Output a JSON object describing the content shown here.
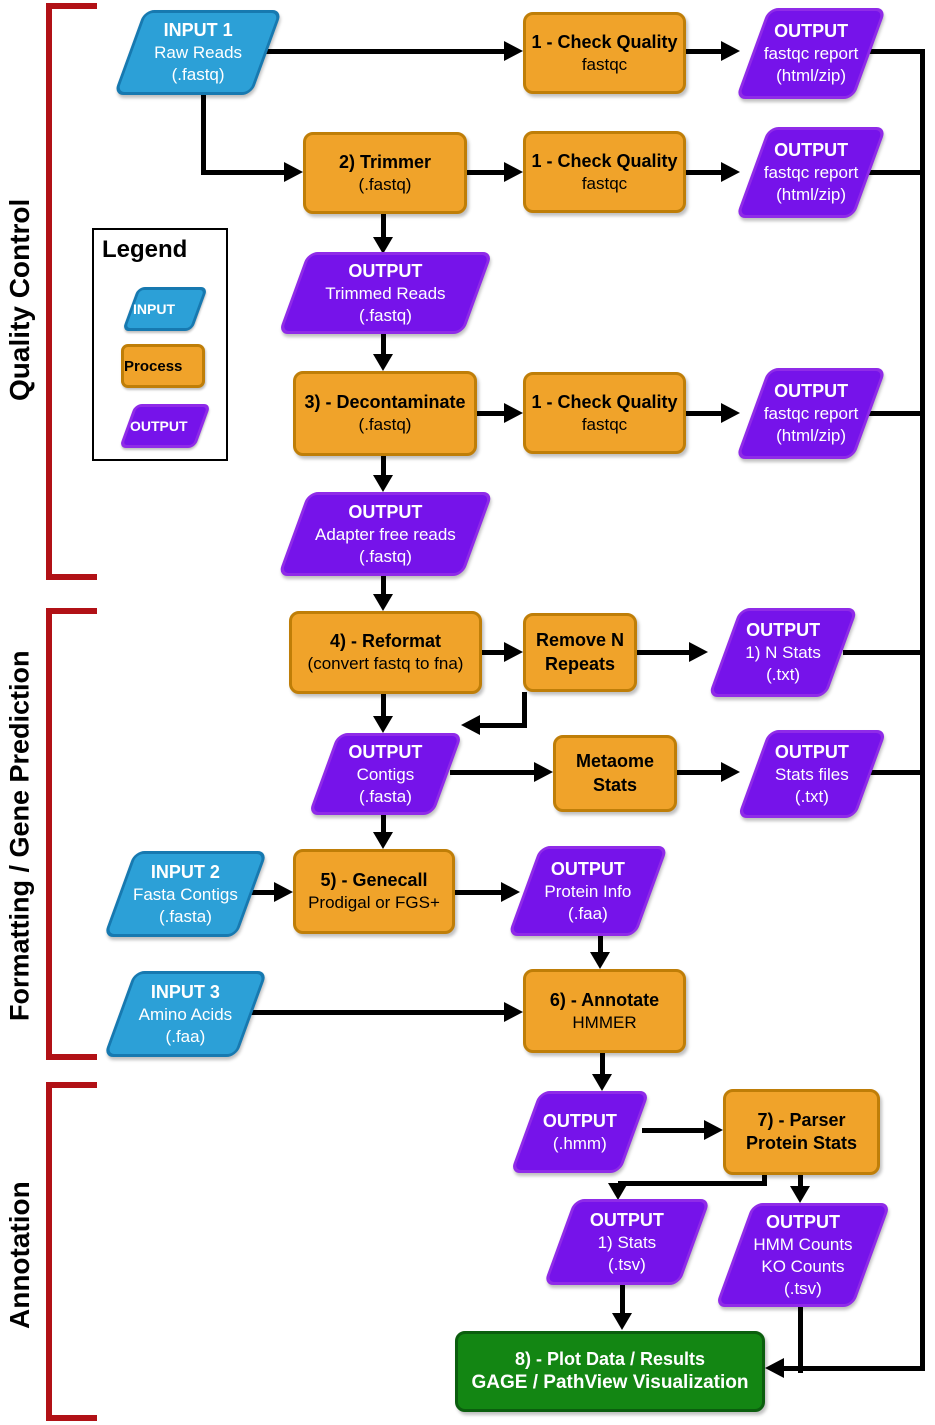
{
  "colors": {
    "blue": "#2CA0D7",
    "blue-border": "#1779B0",
    "orange": "#F0A32A",
    "orange-border": "#BF7E08",
    "purple": "#7613EA",
    "purple-border": "#8F2BE8",
    "green": "#138613",
    "green-border": "#0B5E0E",
    "red": "#B11116"
  },
  "sections": [
    {
      "label": "Quality Control"
    },
    {
      "label": "Formatting / Gene Prediction"
    },
    {
      "label": "Annotation"
    }
  ],
  "legend": {
    "title": "Legend",
    "items": [
      {
        "type": "input",
        "label": "INPUT"
      },
      {
        "type": "process",
        "label": "Process"
      },
      {
        "type": "output",
        "label": "OUTPUT"
      }
    ]
  },
  "nodes": {
    "input1": {
      "lines": [
        "INPUT 1",
        "Raw Reads",
        "(.fastq)"
      ]
    },
    "check_quality_1": {
      "lines": [
        "1 - Check Quality",
        "fastqc"
      ]
    },
    "out_fastqc_1": {
      "lines": [
        "OUTPUT",
        "fastqc report",
        "(html/zip)"
      ]
    },
    "trimmer": {
      "lines": [
        "2) Trimmer",
        "(.fastq)"
      ]
    },
    "check_quality_2": {
      "lines": [
        "1 - Check Quality",
        "fastqc"
      ]
    },
    "out_fastqc_2": {
      "lines": [
        "OUTPUT",
        "fastqc report",
        "(html/zip)"
      ]
    },
    "out_trimmed": {
      "lines": [
        "OUTPUT",
        "Trimmed Reads",
        "(.fastq)"
      ]
    },
    "decontaminate": {
      "lines": [
        "3) - Decontaminate",
        "(.fastq)"
      ]
    },
    "check_quality_3": {
      "lines": [
        "1 - Check Quality",
        "fastqc"
      ]
    },
    "out_fastqc_3": {
      "lines": [
        "OUTPUT",
        "fastqc report",
        "(html/zip)"
      ]
    },
    "out_adapter": {
      "lines": [
        "OUTPUT",
        "Adapter free reads",
        "(.fastq)"
      ]
    },
    "reformat": {
      "lines": [
        "4) - Reformat",
        "(convert fastq to fna)"
      ]
    },
    "remove_n": {
      "lines": [
        "Remove N",
        "Repeats"
      ]
    },
    "out_nstats": {
      "lines": [
        "OUTPUT",
        "1) N Stats",
        "(.txt)"
      ]
    },
    "out_contigs": {
      "lines": [
        "OUTPUT",
        "Contigs",
        "(.fasta)"
      ]
    },
    "metaome": {
      "lines": [
        "Metaome",
        "Stats"
      ]
    },
    "out_statsfiles": {
      "lines": [
        "OUTPUT",
        "Stats files",
        "(.txt)"
      ]
    },
    "input2": {
      "lines": [
        "INPUT 2",
        "Fasta Contigs",
        "(.fasta)"
      ]
    },
    "genecall": {
      "lines": [
        "5) - Genecall",
        "Prodigal or FGS+"
      ]
    },
    "out_protein": {
      "lines": [
        "OUTPUT",
        "Protein Info",
        "(.faa)"
      ]
    },
    "input3": {
      "lines": [
        "INPUT 3",
        "Amino Acids",
        "(.faa)"
      ]
    },
    "annotate": {
      "lines": [
        "6) - Annotate",
        "HMMER"
      ]
    },
    "out_hmm": {
      "lines": [
        "OUTPUT",
        "(.hmm)"
      ]
    },
    "parser": {
      "lines": [
        "7) - Parser",
        "Protein Stats"
      ]
    },
    "out_stats": {
      "lines": [
        "OUTPUT",
        "1) Stats",
        "(.tsv)"
      ]
    },
    "out_hmmcounts": {
      "lines": [
        "OUTPUT",
        "HMM Counts",
        "KO Counts",
        "(.tsv)"
      ]
    },
    "plot": {
      "lines": [
        "8) - Plot Data / Results",
        "GAGE / PathView Visualization"
      ]
    }
  }
}
